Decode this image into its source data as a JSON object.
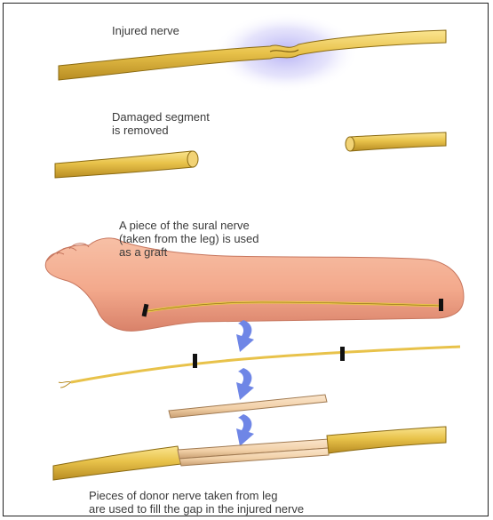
{
  "diagram": {
    "labels": {
      "injured_nerve": "Injured nerve",
      "damaged_segment_line1": "Damaged segment",
      "damaged_segment_line2": "is removed",
      "graft_line1": "A piece of the sural nerve",
      "graft_line2": "(taken from the leg) is used",
      "graft_line3": "as a graft",
      "caption_line1": "Pieces of donor nerve taken from leg",
      "caption_line2": "are used to fill the gap in the injured nerve"
    },
    "colors": {
      "nerve_fill": "#e8c24a",
      "nerve_outline": "#8a6a12",
      "nerve_highlight": "#fbe590",
      "skin": "#f3a98c",
      "skin_shadow": "#d9826a",
      "arrow": "#6f86e6",
      "injury_glow": "#a9a4f2",
      "graft": "#f1cfa6"
    }
  }
}
